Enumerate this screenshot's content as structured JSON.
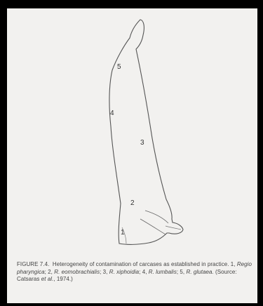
{
  "figure": {
    "region_labels": [
      "1",
      "2",
      "3",
      "4",
      "5"
    ]
  },
  "caption": {
    "figure_label": "FIGURE 7.4.",
    "text_1": "Heterogeneity of contamination of carcases as established in practice. 1,",
    "region_1": "Regio pharyngica",
    "sep_2": "; 2,",
    "region_2": "R. eomobrachialis",
    "sep_3": "; 3,",
    "region_3": "R. xiphoidia",
    "sep_4": "; 4,",
    "region_4": "R. lumbalis",
    "sep_5": "; 5,",
    "region_5": "R. glutaea.",
    "source_prefix": "(Source: Catsaras",
    "source_etal": "et al.",
    "source_suffix": ", 1974.)"
  },
  "colors": {
    "background": "#000000",
    "paper": "#f2f1ef",
    "ink": "#444444"
  }
}
